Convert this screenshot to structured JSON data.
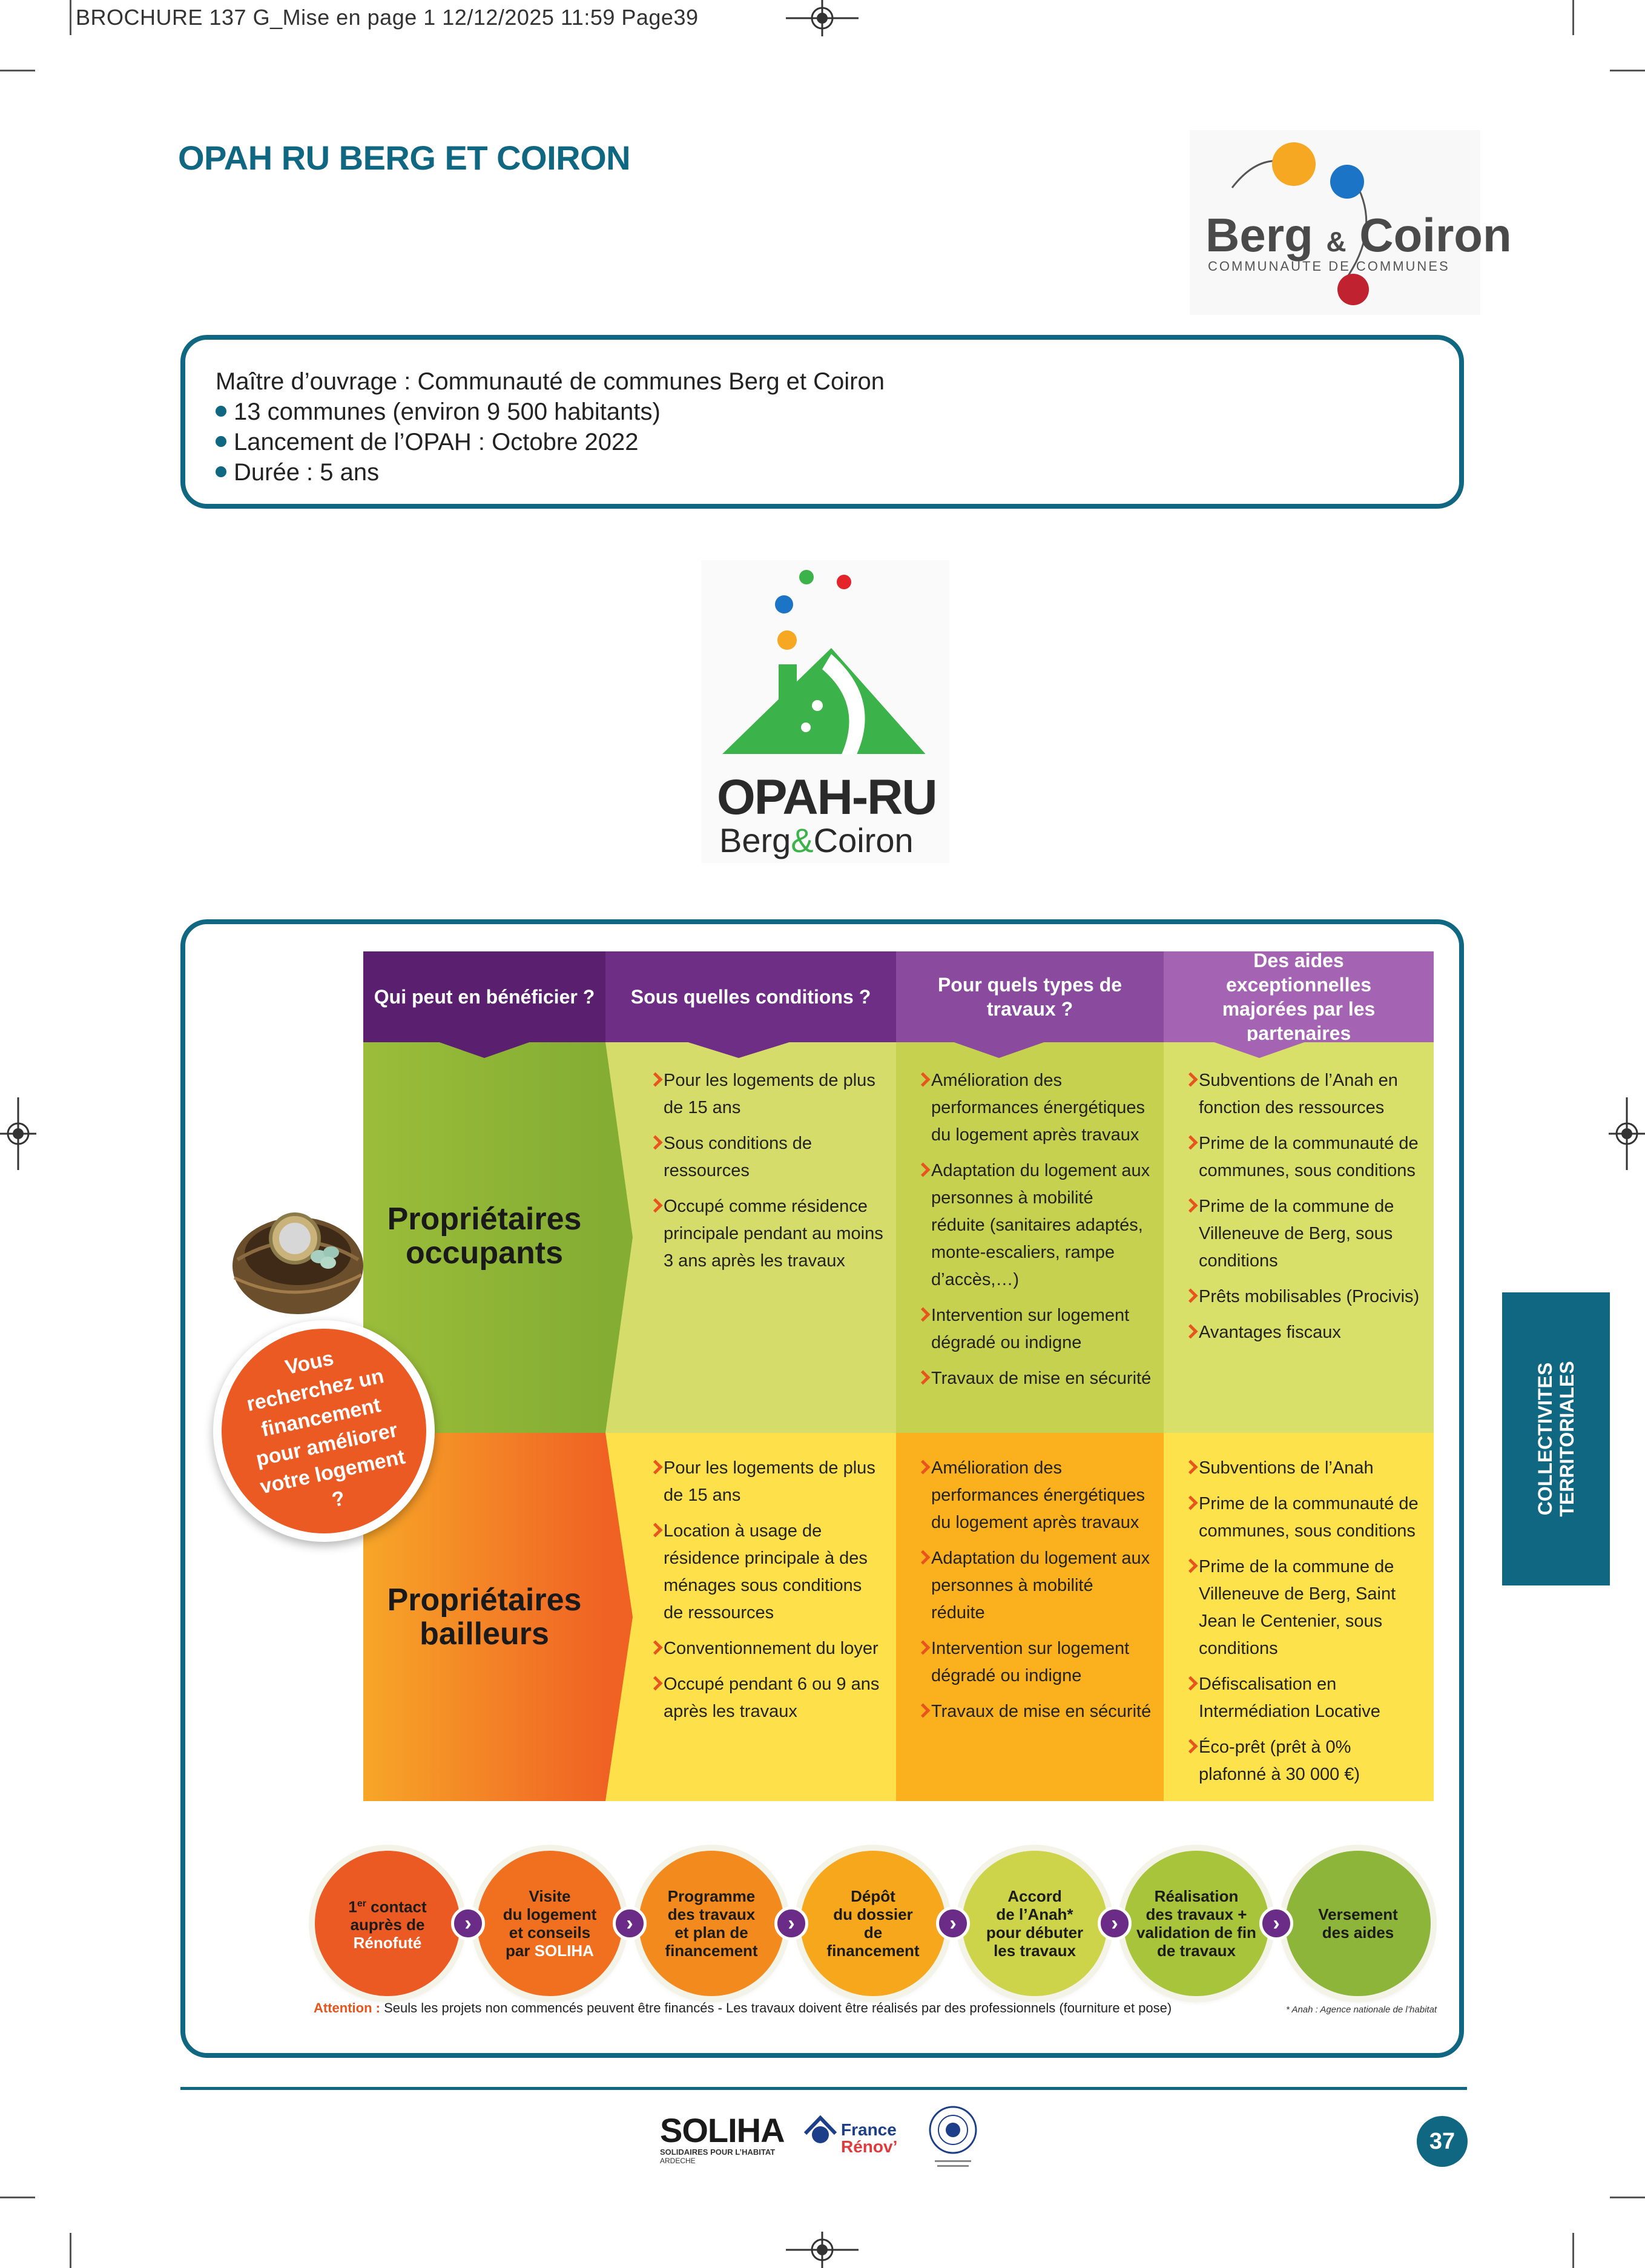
{
  "print_header": "BROCHURE 137 G_Mise en page 1  12/12/2025  11:59  Page39",
  "title": "OPAH RU BERG ET COIRON",
  "logo_berg": {
    "main": "Berg",
    "amp": "&",
    "main2": "Coiron",
    "sub": "COMMUNAUTE DE COMMUNES",
    "colors": [
      "#f7a823",
      "#1b74c5",
      "#c0232f"
    ]
  },
  "info": {
    "line1": "Maître d’ouvrage : Communauté de communes Berg et Coiron",
    "bullets": [
      "13 communes (environ 9 500 habitants)",
      "Lancement de l’OPAH : Octobre 2022",
      "Durée : 5 ans"
    ]
  },
  "logo_opah": {
    "line1": "OPAH-RU",
    "line2a": "Berg",
    "line2amp": "&",
    "line2b": "Coiron",
    "green": "#3cb34a"
  },
  "table": {
    "headers": [
      "Qui peut en bénéficier ?",
      "Sous quelles conditions ?",
      "Pour quels types de travaux ?",
      "Des aides exceptionnelles majorées par les partenaires"
    ],
    "rows": [
      {
        "label": "Propriétaires occupants",
        "conditions": [
          "Pour les logements de plus de 15 ans",
          "Sous conditions de ressources",
          "Occupé comme résidence principale pendant au moins 3 ans après les travaux"
        ],
        "travaux": [
          "Amélioration des performances énergétiques du logement après travaux",
          "Adaptation du logement aux personnes à mobilité réduite (sanitaires adaptés, monte-escaliers, rampe d’accès,…)",
          "Intervention sur logement dégradé ou indigne",
          "Travaux de mise en sécurité"
        ],
        "aides": [
          "Subventions de l’Anah en fonction des ressources",
          "Prime de la communauté de communes, sous conditions",
          "Prime de la commune de Villeneuve de Berg, sous conditions",
          "Prêts mobilisables (Procivis)",
          "Avantages fiscaux"
        ]
      },
      {
        "label": "Propriétaires bailleurs",
        "conditions": [
          "Pour les logements de plus de 15 ans",
          "Location à usage de résidence principale à des ménages sous conditions de ressources",
          "Conventionnement du loyer",
          "Occupé pendant 6 ou 9 ans après les travaux"
        ],
        "travaux": [
          "Amélioration des performances énergétiques du logement après travaux",
          "Adaptation du logement aux personnes à mobilité réduite",
          "Intervention sur logement dégradé ou indigne",
          "Travaux de mise en sécurité"
        ],
        "aides": [
          "Subventions de l’Anah",
          "Prime de la communauté de communes, sous conditions",
          "Prime de la commune de Villeneuve de Berg, Saint Jean le Centenier, sous conditions",
          "Défiscalisation en Intermédiation Locative",
          "Éco-prêt (prêt à 0% plafonné à 30 000 €)"
        ]
      }
    ]
  },
  "badge": "Vous recherchez un financement pour améliorer votre logement ?",
  "steps": [
    {
      "pre": "1",
      "sup": "er",
      "l1": " contact",
      "l2": "auprès de",
      "l3": "Rénofuté",
      "color": "#ec5a24"
    },
    {
      "l1": "Visite",
      "l2": "du logement",
      "l3": "et conseils",
      "l4a": "par ",
      "l4b": "SOLIHA",
      "color": "#f0701f"
    },
    {
      "l1": "Programme",
      "l2": "des travaux",
      "l3": "et plan de",
      "l4": "financement",
      "color": "#f38a1d"
    },
    {
      "l1": "Dépôt",
      "l2": "du dossier",
      "l3": "de",
      "l4": "financement",
      "color": "#f7a71c"
    },
    {
      "l1": "Accord",
      "l2": "de l’Anah*",
      "l3": "pour débuter",
      "l4": "les travaux",
      "color": "#cdd44a"
    },
    {
      "l1": "Réalisation",
      "l2": "des travaux +",
      "l3": "validation de fin",
      "l4": "de travaux",
      "color": "#a8c43a"
    },
    {
      "l1": "Versement",
      "l2": "des aides",
      "color": "#8cb53a"
    }
  ],
  "attention_label": "Attention :",
  "attention_text": " Seuls les projets non commencés peuvent être financés - Les travaux doivent être réalisés par des professionnels (fourniture et pose)",
  "footnote": "* Anah : Agence nationale de l’habitat",
  "side_tab": [
    "COLLECTIVITES",
    "TERRITORIALES"
  ],
  "footer": {
    "soliha": "SOLIHA",
    "soliha_sub1": "SOLIDAIRES POUR L’HABITAT",
    "soliha_sub2": "ARDECHE",
    "france": "France",
    "renov": "Rénov’",
    "page": "37"
  }
}
